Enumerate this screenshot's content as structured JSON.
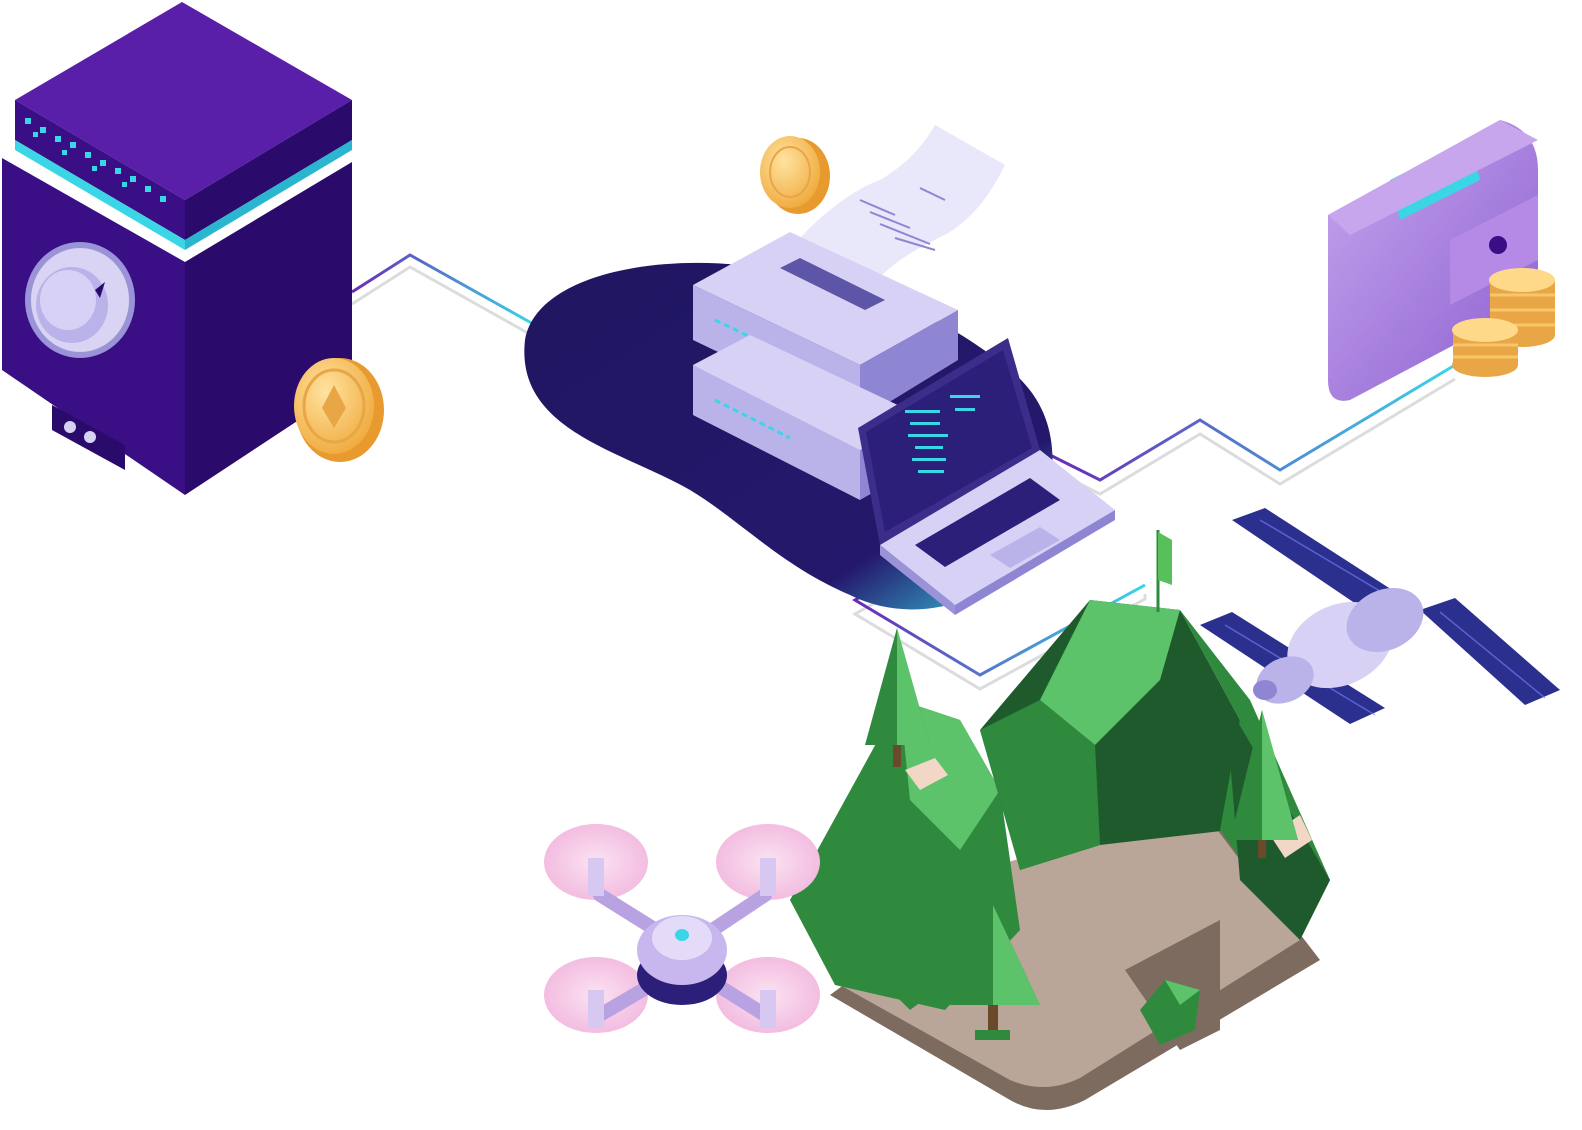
{
  "scene": {
    "background": "#ffffff",
    "colors": {
      "purple_dark": "#2a0a6a",
      "purple_mid": "#4a1490",
      "purple_light": "#6a2ab8",
      "cyan": "#3ad6e6",
      "lavender": "#b9b3ea",
      "lavender_dark": "#8e86d2",
      "navy_blob": "#1f1660",
      "gold": "#f6b94a",
      "gold_light": "#ffd98a",
      "wallet": "#a77fd8",
      "green_dark": "#1f5a2c",
      "green_mid": "#2f8a3e",
      "green_light": "#5cc36a",
      "ground": "#b9a698",
      "ground_dark": "#7e6b60",
      "flag": "#58c05a",
      "pink_halo": "#f6c9e6",
      "solar_panel": "#2b2f8e"
    },
    "objects": [
      {
        "name": "safe",
        "icon": "safe-icon"
      },
      {
        "name": "server-with-receipt",
        "icon": "server-icon"
      },
      {
        "name": "laptop",
        "icon": "laptop-icon"
      },
      {
        "name": "wallet",
        "icon": "wallet-icon"
      },
      {
        "name": "satellite",
        "icon": "satellite-icon"
      },
      {
        "name": "drone",
        "icon": "drone-icon"
      },
      {
        "name": "mountain-island",
        "icon": "mountain-icon"
      },
      {
        "name": "coins",
        "icon": "coin-icon"
      }
    ]
  }
}
